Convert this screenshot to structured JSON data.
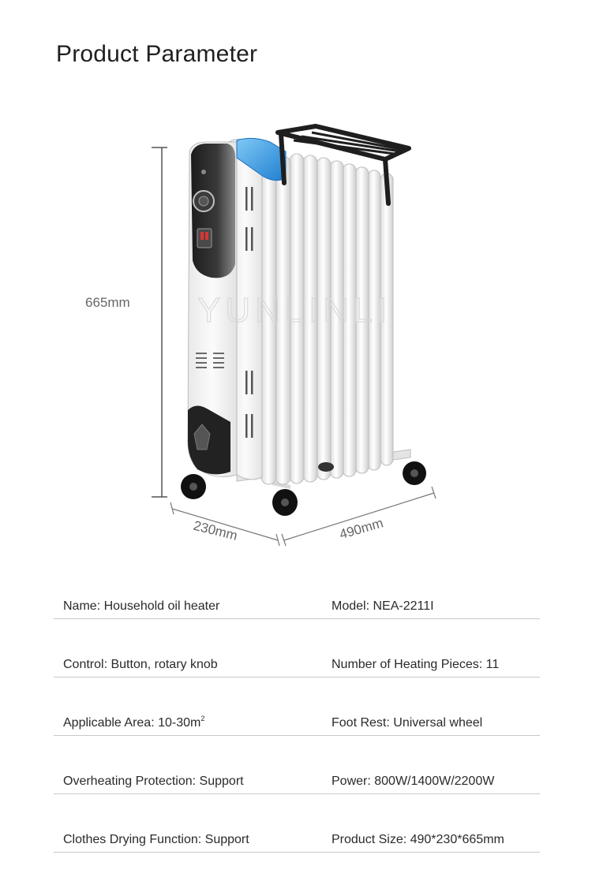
{
  "page_title": "Product Parameter",
  "dimensions": {
    "height": "665mm",
    "depth": "230mm",
    "width": "490mm"
  },
  "watermark": "YUNLINLI",
  "params": [
    {
      "left_label": "Name:",
      "left_value": "Household oil heater",
      "right_label": "Model:",
      "right_value": "NEA-2211I"
    },
    {
      "left_label": "Control:",
      "left_value": "Button, rotary knob",
      "right_label": "Number of Heating Pieces:",
      "right_value": "11"
    },
    {
      "left_label": "Applicable Area:",
      "left_value": "10-30m",
      "left_sup": "2",
      "right_label": "Foot Rest:",
      "right_value": "Universal wheel"
    },
    {
      "left_label": "Overheating Protection:",
      "left_value": "Support",
      "right_label": "Power:",
      "right_value": "800W/1400W/2200W"
    },
    {
      "left_label": "Clothes Drying Function:",
      "left_value": "Support",
      "right_label": "Product Size:",
      "right_value": "490*230*665mm"
    }
  ],
  "colors": {
    "heater_body": "#f4f4f4",
    "panel_dark": "#2b2b2b",
    "accent_blue": "#3aa3e8",
    "divider": "#c9c9c9"
  }
}
